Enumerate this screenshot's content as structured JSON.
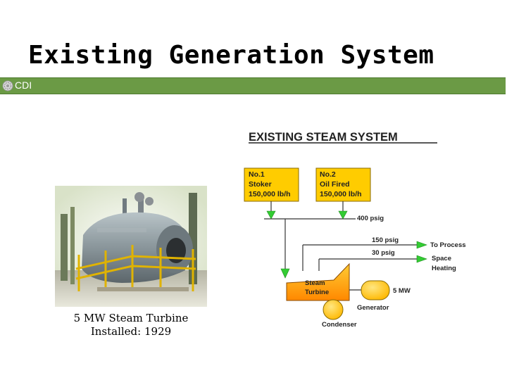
{
  "slide": {
    "title": "Existing Generation System",
    "brand": "CDI"
  },
  "photo": {
    "caption_line1": "5 MW Steam Turbine",
    "caption_line2": "Installed: 1929"
  },
  "diagram": {
    "title": "EXISTING STEAM SYSTEM",
    "boiler1": [
      "No.1",
      "Stoker",
      "150,000 lb/h"
    ],
    "boiler2": [
      "No.2",
      "Oil Fired",
      "150,000 lb/h"
    ],
    "header_pressure": "400 psig",
    "line_150": "150 psig",
    "line_30": "30 psig",
    "to_process": "To Process",
    "space_heating": [
      "Space",
      "Heating"
    ],
    "turbine": [
      "Steam",
      "Turbine"
    ],
    "generator_output": "5 MW",
    "generator": "Generator",
    "condenser": "Condenser",
    "colors": {
      "box_fill": "#ffcc00",
      "arrow_green": "#33cc33",
      "turbine_fill": "#ff9900"
    }
  }
}
